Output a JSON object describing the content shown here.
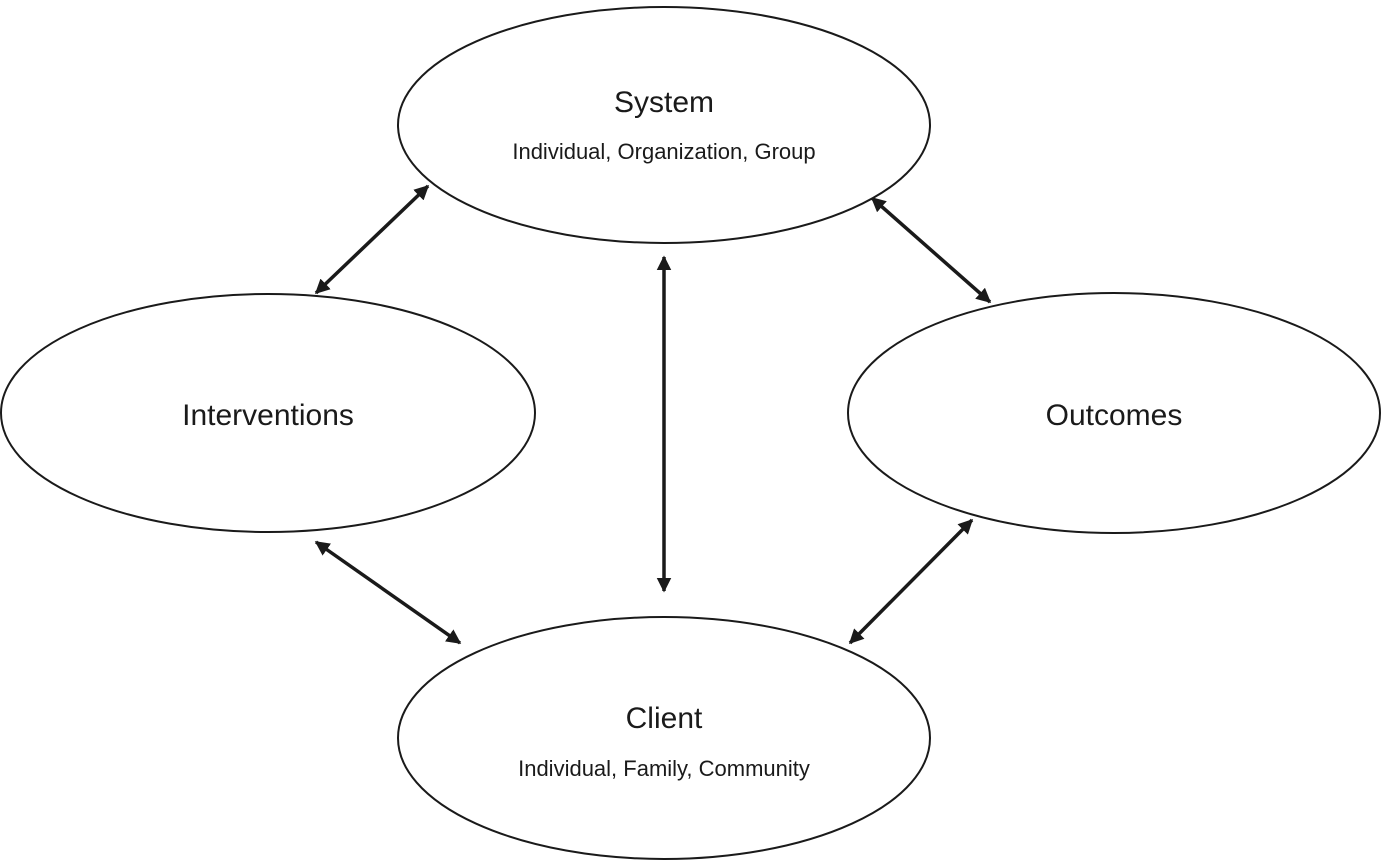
{
  "diagram": {
    "nodes": {
      "system": {
        "title": "System",
        "subtitle": "Individual, Organization, Group"
      },
      "interventions": {
        "title": "Interventions"
      },
      "outcomes": {
        "title": "Outcomes"
      },
      "client": {
        "title": "Client",
        "subtitle": "Individual, Family, Community"
      }
    },
    "connectors": [
      {
        "from": "system",
        "to": "interventions",
        "direction": "both"
      },
      {
        "from": "system",
        "to": "outcomes",
        "direction": "both"
      },
      {
        "from": "system",
        "to": "client",
        "direction": "both"
      },
      {
        "from": "interventions",
        "to": "client",
        "direction": "both"
      },
      {
        "from": "outcomes",
        "to": "client",
        "direction": "both"
      }
    ],
    "colors": {
      "stroke": "#1a1a1a",
      "fill": "#ffffff"
    }
  }
}
